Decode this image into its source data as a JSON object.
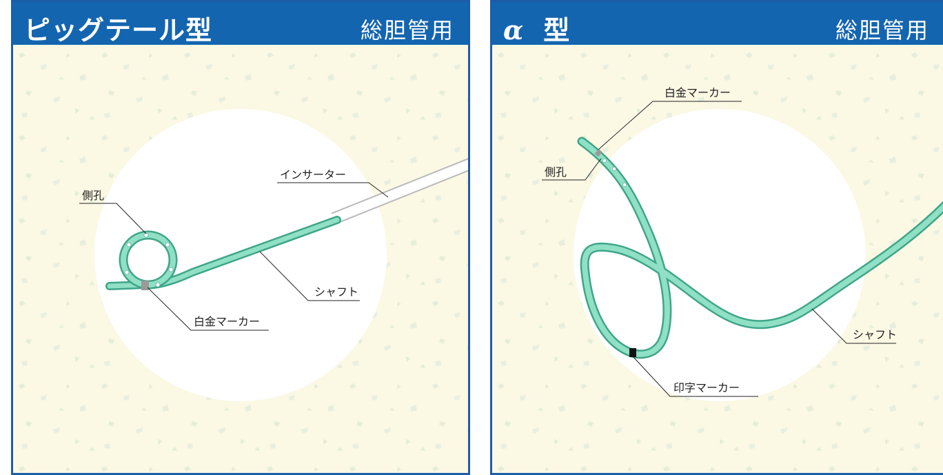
{
  "panels": [
    {
      "title": "ピッグテール型",
      "subtitle": "総胆管用",
      "labels": {
        "inserter": "インサーター",
        "side_hole": "側孔",
        "shaft": "シャフト",
        "platinum_marker": "白金マーカー"
      }
    },
    {
      "title_greek": "α",
      "title": "型",
      "subtitle": "総胆管用",
      "labels": {
        "platinum_marker": "白金マーカー",
        "side_hole": "側孔",
        "shaft": "シャフト",
        "print_marker": "印字マーカー"
      }
    }
  ],
  "colors": {
    "header": "#1465b0",
    "border": "#1b5ea8",
    "background": "#fbf8e4",
    "stent": "#7fd6b8",
    "stent_dark": "#3fa588"
  }
}
